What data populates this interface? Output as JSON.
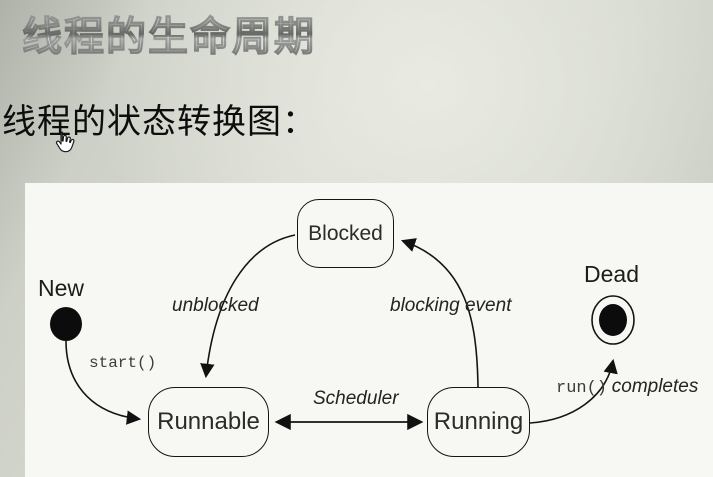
{
  "slide": {
    "title": "线程的生命周期",
    "subtitle": "线程的状态转换图：",
    "background_color": "#d4d7ce",
    "panel_color": "#f7f7f3",
    "title_metal_color": "#b9bcb9",
    "text_color": "#111111"
  },
  "diagram": {
    "type": "state-transition-diagram",
    "states": [
      {
        "id": "new",
        "label": "New",
        "kind": "initial"
      },
      {
        "id": "blocked",
        "label": "Blocked",
        "kind": "normal"
      },
      {
        "id": "runnable",
        "label": "Runnable",
        "kind": "normal"
      },
      {
        "id": "running",
        "label": "Running",
        "kind": "normal"
      },
      {
        "id": "dead",
        "label": "Dead",
        "kind": "final"
      }
    ],
    "transitions": [
      {
        "from": "new",
        "to": "runnable",
        "label": "start()",
        "style": "code"
      },
      {
        "from": "blocked",
        "to": "runnable",
        "label": "unblocked",
        "style": "italic"
      },
      {
        "from": "running",
        "to": "blocked",
        "label": "blocking event",
        "style": "italic"
      },
      {
        "from": "runnable",
        "to": "running",
        "label": "Scheduler",
        "style": "italic",
        "bidirectional": true
      },
      {
        "from": "running",
        "to": "dead",
        "label_code": "run()",
        "label_text": "completes",
        "style": "mixed"
      }
    ]
  },
  "cursor": {
    "icon": "hand-pointer"
  }
}
